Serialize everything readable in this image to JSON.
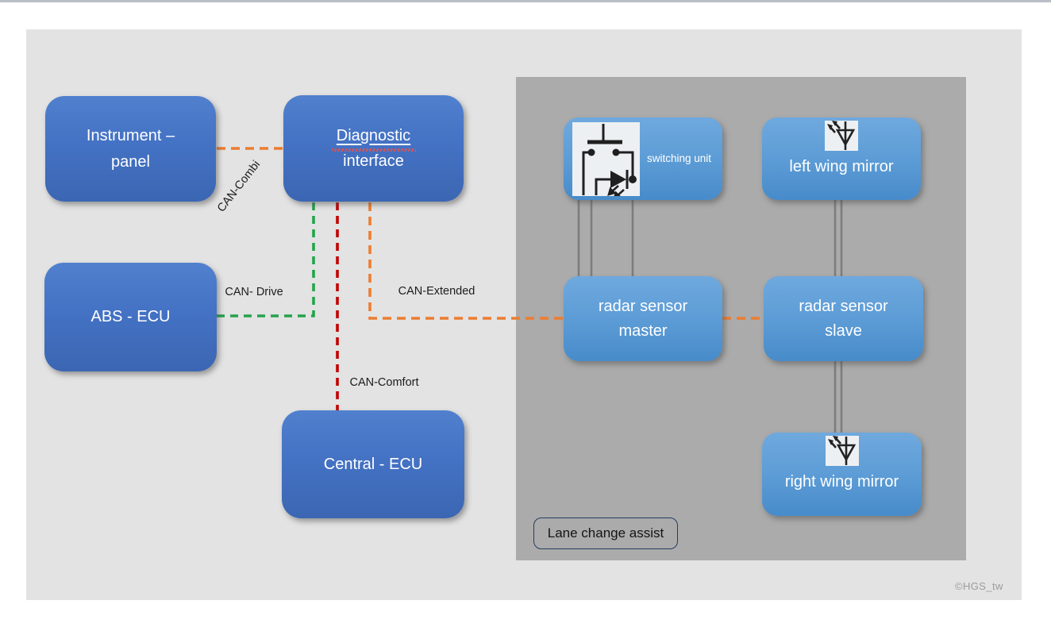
{
  "page": {
    "watermark": "©HGS_tw"
  },
  "colors": {
    "orange": "#ED7D31",
    "green": "#24A34C",
    "dark_red": "#C00000",
    "gray_connector": "#7d7d7d",
    "node_blue_dark": "#4472C4",
    "node_blue_light": "#5B9BD5",
    "panel_gray": "#ABABAB"
  },
  "nodes": {
    "instrument": {
      "line1": "Instrument –",
      "line2": "panel"
    },
    "diagnostic": {
      "line1": "Diagnostic",
      "line2": "interface"
    },
    "abs": {
      "label": "ABS - ECU"
    },
    "central": {
      "label": "Central - ECU"
    },
    "switching": {
      "label": "switching unit"
    },
    "left_mirror": {
      "label": "left wing mirror"
    },
    "radar_master": {
      "line1": "radar sensor",
      "line2": "master"
    },
    "radar_slave": {
      "line1": "radar sensor",
      "line2": "slave"
    },
    "right_mirror": {
      "label": "right wing mirror"
    },
    "lane_assist": {
      "label": "Lane change assist"
    }
  },
  "buses": {
    "can_combi": {
      "label": "CAN-Combi"
    },
    "can_drive": {
      "label": "CAN- Drive"
    },
    "can_extended": {
      "label": "CAN-Extended"
    },
    "can_comfort": {
      "label": "CAN-Comfort"
    }
  },
  "icons": {
    "switching_unit": "relay-led-circuit-icon",
    "wing_mirror": "photodiode-led-icon"
  }
}
